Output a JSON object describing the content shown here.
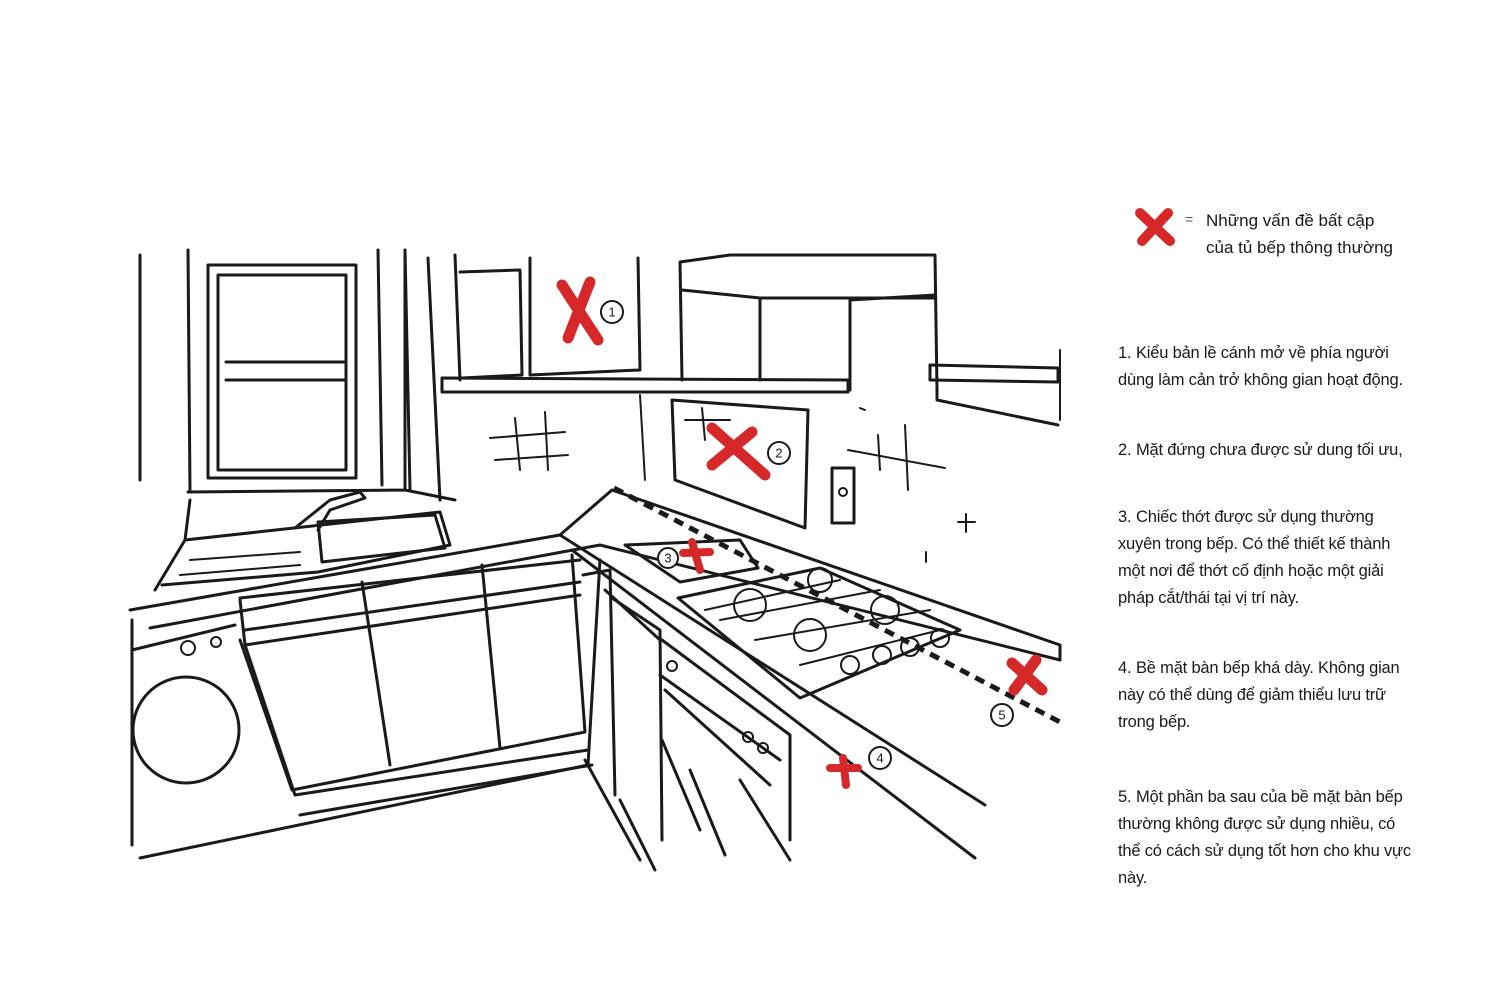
{
  "legend": {
    "symbol": "x-mark-icon",
    "equals": "=",
    "text": "Những vấn đề bất cập của tủ bếp thông thường"
  },
  "notes": [
    {
      "num": "1.",
      "text": "Kiểu bản lề cánh mở về phía người dùng làm cản trở không gian hoạt động."
    },
    {
      "num": "2.",
      "text": "Mặt đứng chưa được sử dung tối ưu,"
    },
    {
      "num": "3.",
      "text": "Chiếc thớt được sử dụng thường xuyên trong bếp. Có thể thiết kế thành một nơi để thớt cố định hoặc một giải pháp cắt/thái tại vị trí này."
    },
    {
      "num": "4.",
      "text": "Bề mặt bàn bếp khá dày. Không gian này có thể dùng để giảm thiểu lưu trữ trong bếp."
    },
    {
      "num": "5.",
      "text": "Một phần ba sau của bề mặt bàn bếp thường không được sử dụng nhiều, có thể có cách sử dụng tốt hơn cho khu vực này."
    }
  ],
  "markers": [
    "1",
    "2",
    "3",
    "4",
    "5"
  ],
  "colors": {
    "accent": "#d62828",
    "ink": "#1a1a1a",
    "background": "#ffffff"
  }
}
